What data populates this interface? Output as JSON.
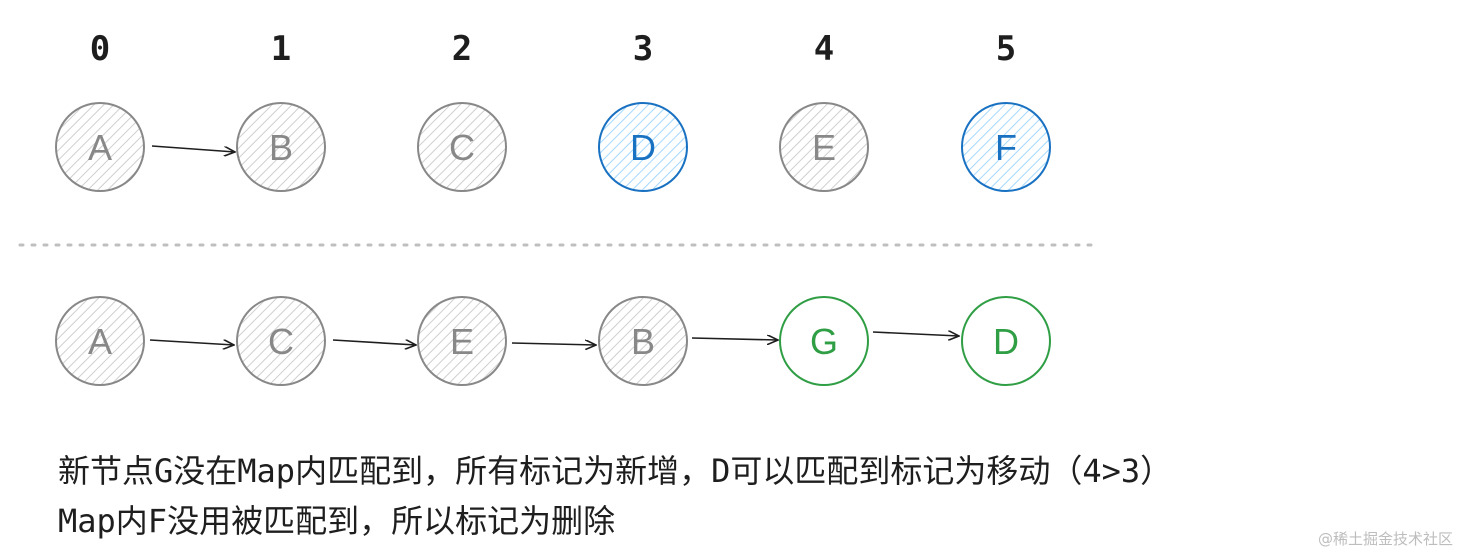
{
  "indices": [
    "0",
    "1",
    "2",
    "3",
    "4",
    "5"
  ],
  "old_nodes": [
    {
      "label": "A",
      "color": "#888888",
      "hatch": "gray"
    },
    {
      "label": "B",
      "color": "#888888",
      "hatch": "gray"
    },
    {
      "label": "C",
      "color": "#888888",
      "hatch": "gray"
    },
    {
      "label": "D",
      "color": "#1971c2",
      "hatch": "blue"
    },
    {
      "label": "E",
      "color": "#888888",
      "hatch": "gray"
    },
    {
      "label": "F",
      "color": "#1971c2",
      "hatch": "blue"
    }
  ],
  "new_nodes": [
    {
      "label": "A",
      "color": "#888888",
      "hatch": "gray"
    },
    {
      "label": "C",
      "color": "#888888",
      "hatch": "gray"
    },
    {
      "label": "E",
      "color": "#888888",
      "hatch": "gray"
    },
    {
      "label": "B",
      "color": "#888888",
      "hatch": "gray"
    },
    {
      "label": "G",
      "color": "#2f9e44",
      "hatch": "none"
    },
    {
      "label": "D",
      "color": "#2f9e44",
      "hatch": "none"
    }
  ],
  "caption": {
    "line1": "新节点G没在Map内匹配到，所有标记为新增，D可以匹配到标记为移动（4>3）",
    "line2": "Map内F没用被匹配到，所以标记为删除"
  },
  "watermark": "@稀土掘金技术社区"
}
